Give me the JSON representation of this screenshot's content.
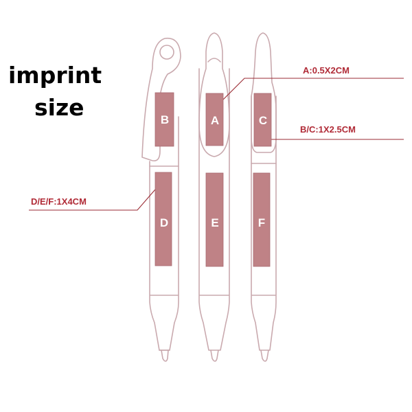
{
  "heading": {
    "line1": "imprint",
    "line2": "size"
  },
  "colors": {
    "outline": "#c9a9ae",
    "zone_fill": "#bf8286",
    "leader": "#9a2a33",
    "spec_text": "#b02a36"
  },
  "zones": {
    "A": "A",
    "B": "B",
    "C": "C",
    "D": "D",
    "E": "E",
    "F": "F"
  },
  "specs": {
    "a": "A:0.5X2CM",
    "bc": "B/C:1X2.5CM",
    "def": "D/E/F:1X4CM"
  }
}
